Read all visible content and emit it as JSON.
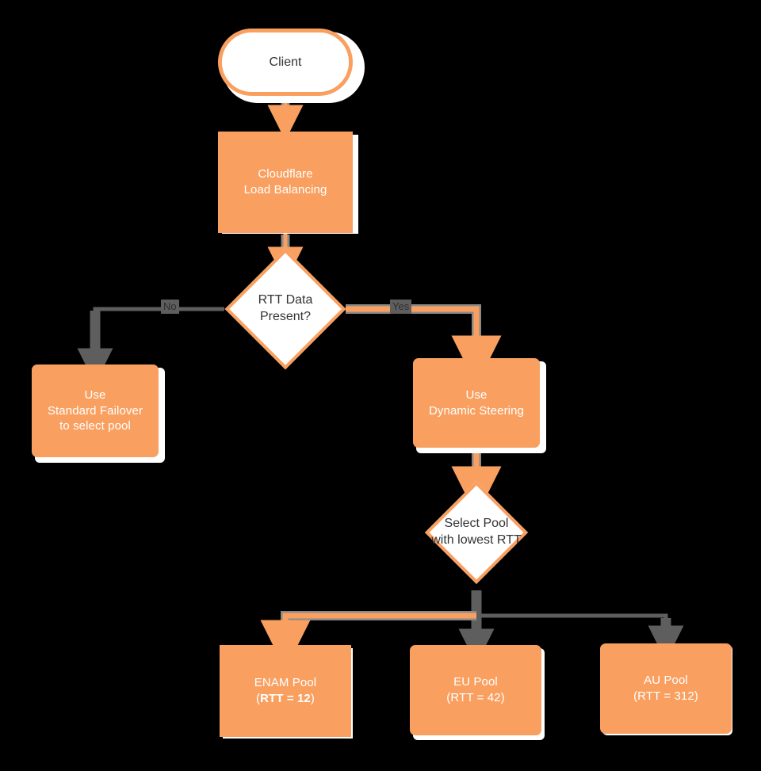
{
  "diagram": {
    "title": "Cloudflare Load Balancing RTT steering flowchart",
    "background_color": "#000000",
    "accent_color": "#f9a061",
    "inactive_color": "#5e5e5e",
    "node_text_color": "#ffffff",
    "decision_text_color": "#333333"
  },
  "nodes": {
    "client": {
      "label": "Client",
      "shape": "stadium"
    },
    "load_balancing": {
      "line1": "Cloudflare",
      "line2": "Load Balancing",
      "shape": "process"
    },
    "rtt_decision": {
      "line1": "RTT Data",
      "line2": "Present?",
      "shape": "diamond"
    },
    "standard_failover": {
      "line1": "Use",
      "line2": "Standard Failover",
      "line3": "to select pool",
      "shape": "process"
    },
    "dynamic_steering": {
      "line1": "Use",
      "line2": "Dynamic Steering",
      "shape": "process"
    },
    "select_pool": {
      "line1": "Select Pool",
      "line2": "with lowest RTT",
      "shape": "diamond"
    },
    "enam_pool": {
      "line1": "ENAM Pool",
      "rtt_open": "(",
      "rtt_value": "RTT = 12",
      "rtt_close": ")",
      "selected": true
    },
    "eu_pool": {
      "line1": "EU Pool",
      "line2": "(RTT = 42)",
      "selected": false
    },
    "au_pool": {
      "line1": "AU Pool",
      "line2": "(RTT = 312)",
      "selected": false
    }
  },
  "edges": {
    "rtt_no": {
      "label": "No",
      "color": "#5e5e5e"
    },
    "rtt_yes": {
      "label": "Yes",
      "color": "#f9a061"
    },
    "pool_enam": {
      "label": "",
      "color": "#f9a061"
    },
    "pool_eu": {
      "label": "",
      "color": "#5e5e5e"
    },
    "pool_au": {
      "label": "",
      "color": "#5e5e5e"
    }
  }
}
